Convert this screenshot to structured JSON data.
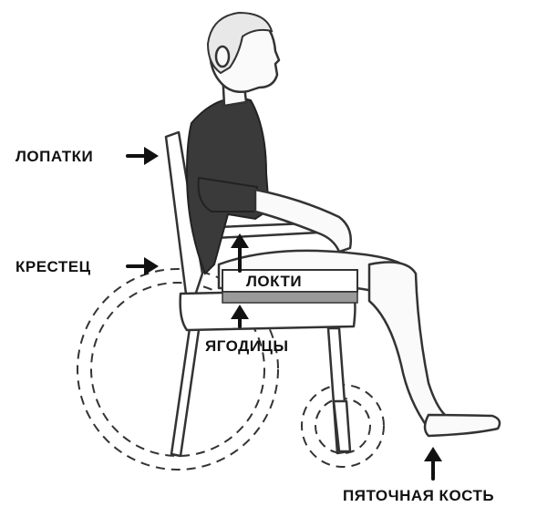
{
  "labels": {
    "shoulder_blades": "ЛОПАТКИ",
    "sacrum": "КРЕСТЕЦ",
    "elbows": "ЛОКТИ",
    "buttocks": "ЯГОДИЦЫ",
    "heel_bone": "ПЯТОЧНАЯ КОСТЬ"
  }
}
